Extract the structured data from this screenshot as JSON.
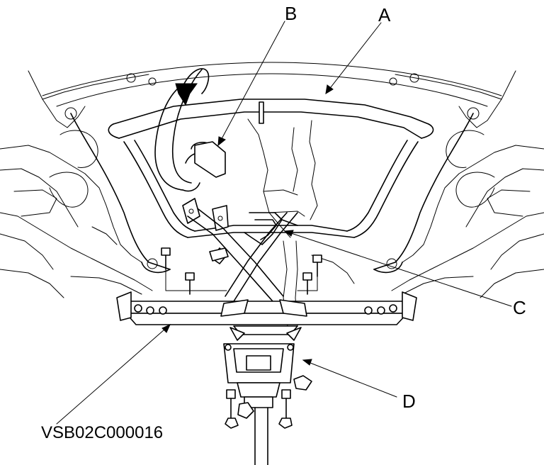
{
  "callouts": {
    "a": "A",
    "b": "B",
    "c": "C",
    "d": "D"
  },
  "figure_code": "VSB02C000016"
}
